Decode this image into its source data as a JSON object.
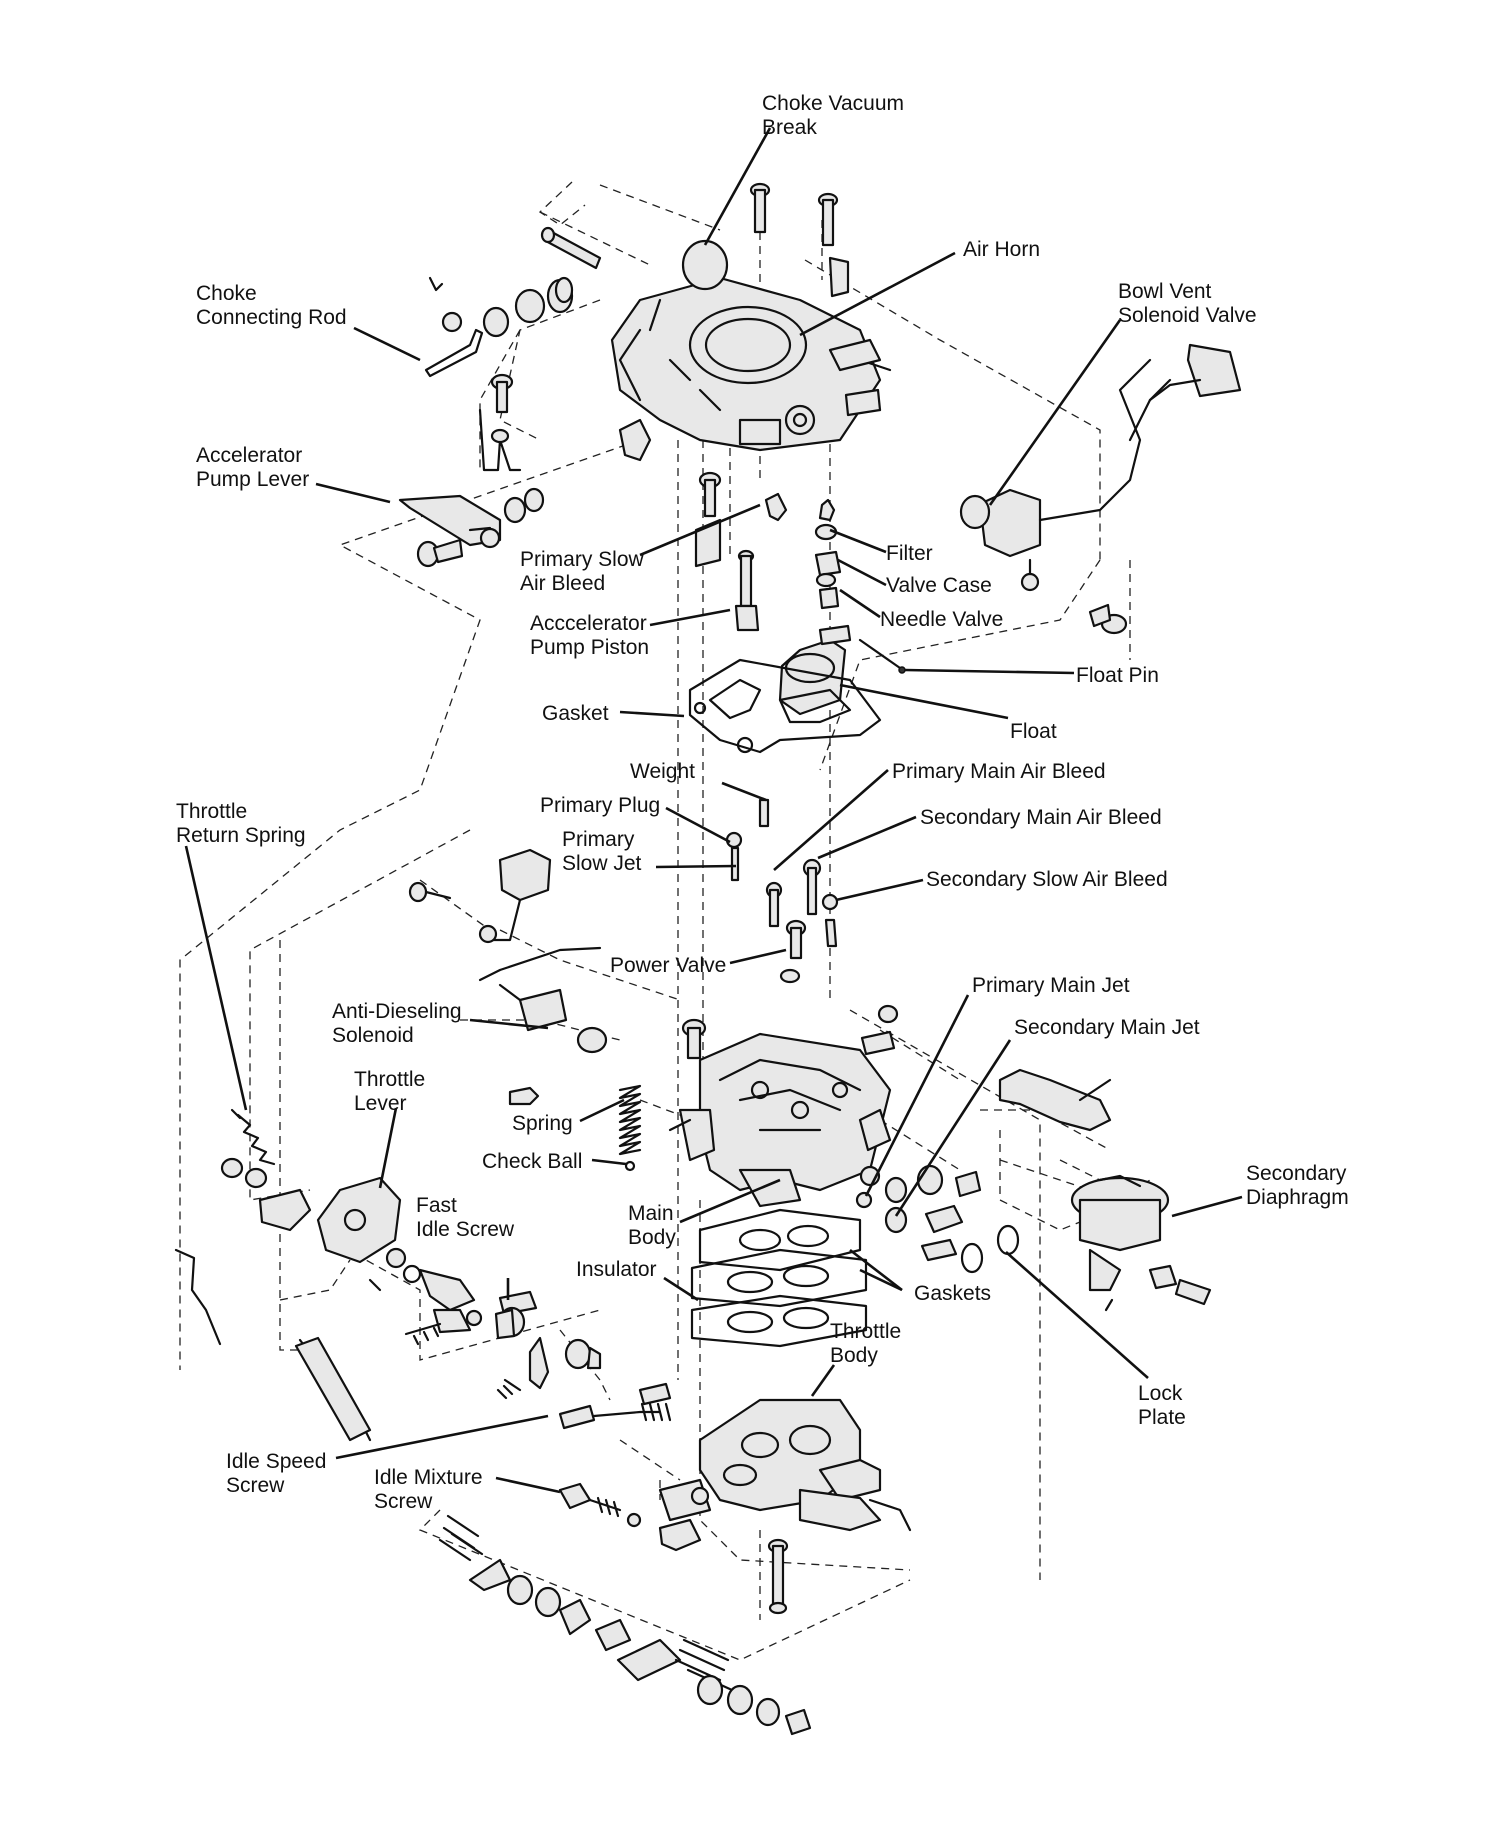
{
  "labels": {
    "choke_vacuum_break_1": "Choke Vacuum",
    "choke_vacuum_break_2": "Break",
    "air_horn": "Air Horn",
    "bowl_vent_1": "Bowl Vent",
    "bowl_vent_2": "Solenoid Valve",
    "choke_rod_1": "Choke",
    "choke_rod_2": "Connecting Rod",
    "accel_lever_1": "Accelerator",
    "accel_lever_2": "Pump Lever",
    "primary_slow_air_bleed_1": "Primary Slow",
    "primary_slow_air_bleed_2": "Air Bleed",
    "filter": "Filter",
    "valve_case": "Valve Case",
    "needle_valve": "Needle Valve",
    "accel_piston_1": "Acccelerator",
    "accel_piston_2": "Pump Piston",
    "float_pin": "Float Pin",
    "gasket": "Gasket",
    "float": "Float",
    "weight": "Weight",
    "primary_main_air_bleed": "Primary Main Air Bleed",
    "primary_plug": "Primary Plug",
    "primary_slow_jet_1": "Primary",
    "primary_slow_jet_2": "Slow Jet",
    "secondary_main_air_bleed": "Secondary Main Air Bleed",
    "secondary_slow_air_bleed": "Secondary Slow Air Bleed",
    "throttle_return_spring_1": "Throttle",
    "throttle_return_spring_2": "Return Spring",
    "power_valve": "Power Valve",
    "primary_main_jet": "Primary Main Jet",
    "anti_dieseling_1": "Anti-Dieseling",
    "anti_dieseling_2": "Solenoid",
    "secondary_main_jet": "Secondary Main Jet",
    "throttle_lever_1": "Throttle",
    "throttle_lever_2": "Lever",
    "spring": "Spring",
    "check_ball": "Check Ball",
    "secondary_diaphragm_1": "Secondary",
    "secondary_diaphragm_2": "Diaphragm",
    "fast_idle_1": "Fast",
    "fast_idle_2": "Idle Screw",
    "main_body_1": "Main",
    "main_body_2": "Body",
    "insulator": "Insulator",
    "gaskets": "Gaskets",
    "throttle_body_1": "Throttle",
    "throttle_body_2": "Body",
    "lock_plate_1": "Lock",
    "lock_plate_2": "Plate",
    "idle_speed_1": "Idle Speed",
    "idle_speed_2": "Screw",
    "idle_mixture_1": "Idle Mixture",
    "idle_mixture_2": "Screw"
  }
}
